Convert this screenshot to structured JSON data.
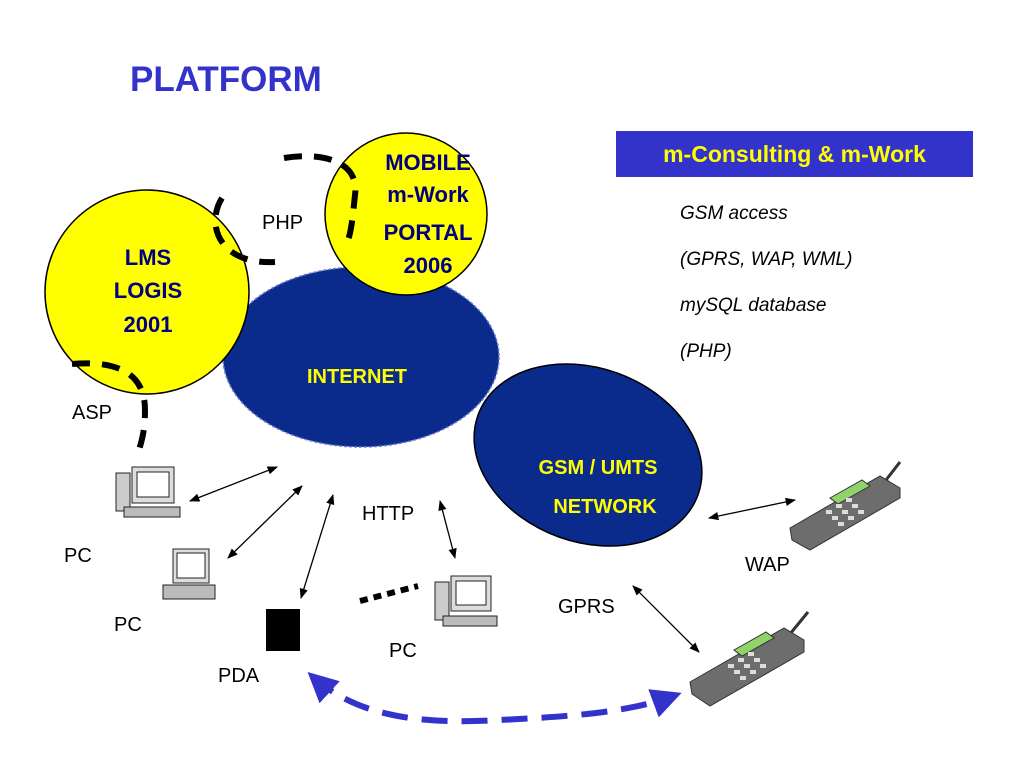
{
  "title": "PLATFORM",
  "header_box": "m-Consulting & m-Work",
  "info_lines": [
    "GSM access",
    "(GPRS, WAP, WML)",
    "mySQL database",
    "(PHP)"
  ],
  "nodes": {
    "mobile_portal": [
      "MOBILE",
      "m-Work",
      "PORTAL",
      "2006"
    ],
    "lms": [
      "LMS",
      "LOGIS",
      "2001"
    ],
    "internet": "INTERNET",
    "gsm": [
      "GSM / UMTS",
      "NETWORK"
    ]
  },
  "labels": {
    "php": "PHP",
    "asp": "ASP",
    "http": "HTTP",
    "wap": "WAP",
    "gprs": "GPRS",
    "pc1": "PC",
    "pc2": "PC",
    "pc3": "PC",
    "pda": "PDA"
  },
  "colors": {
    "title": "#3333cc",
    "box_bg": "#3333cc",
    "box_text": "#ffff00",
    "circle": "#ffff00",
    "network": "#0a2a8c",
    "network_text": "#ffff00",
    "dashed_arrow": "#3333cc"
  }
}
